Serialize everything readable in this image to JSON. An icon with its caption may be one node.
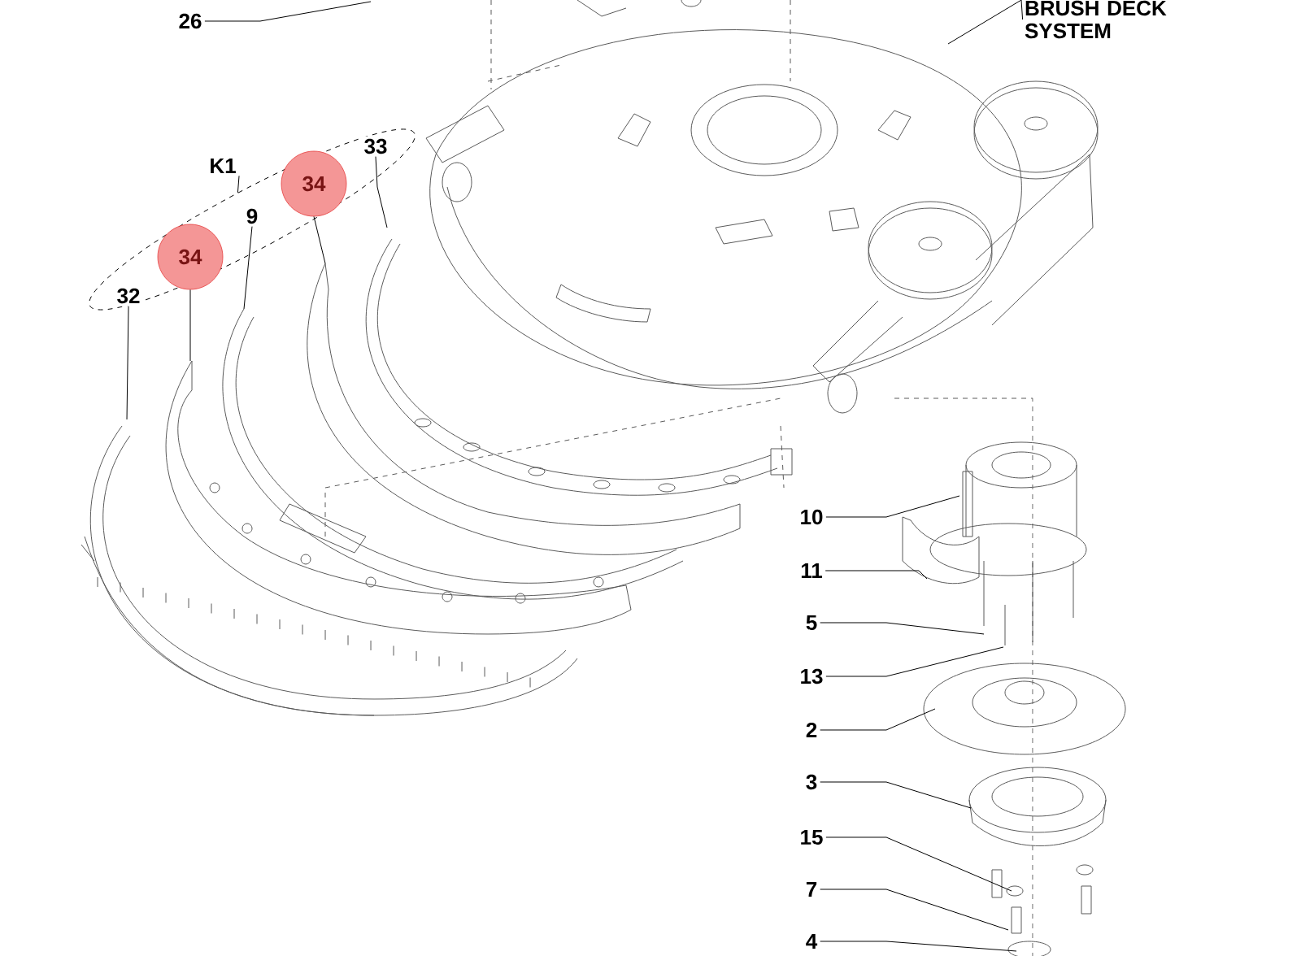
{
  "diagram": {
    "nodes": [
      {
        "text": [
          "26"
        ]
      },
      {
        "text": [
          "BRUSH DECK SYSTEM"
        ]
      },
      {
        "text": [],
        "shape": "ellipse"
      },
      {
        "text": [
          "K1"
        ]
      },
      {
        "text": [
          "34"
        ],
        "in": 2
      },
      {
        "text": [
          "34"
        ],
        "in": 2
      },
      {
        "text": [
          "33"
        ],
        "in": 2
      },
      {
        "text": [
          "9"
        ],
        "in": 2
      },
      {
        "text": [
          "32"
        ],
        "in": 2
      },
      {
        "text": [
          "10"
        ]
      },
      {
        "text": [
          "11"
        ]
      },
      {
        "text": [
          "5"
        ]
      },
      {
        "text": [
          "13"
        ]
      },
      {
        "text": [
          "2"
        ]
      },
      {
        "text": [
          "3"
        ]
      },
      {
        "text": [
          "15"
        ]
      },
      {
        "text": [
          "7"
        ]
      },
      {
        "text": [
          "4"
        ]
      }
    ],
    "edges": [
      {
        "from": 0,
        "to": null,
        "arrow": "none"
      },
      {
        "from": 1,
        "to": null,
        "arrow": "none"
      },
      {
        "from": 3,
        "to": 2,
        "arrow": "none"
      },
      {
        "from": 4,
        "to": null,
        "arrow": "none"
      },
      {
        "from": 5,
        "to": null,
        "arrow": "none"
      },
      {
        "from": 6,
        "to": null,
        "arrow": "none"
      },
      {
        "from": 7,
        "to": null,
        "arrow": "none"
      },
      {
        "from": 8,
        "to": null,
        "arrow": "none"
      },
      {
        "from": 9,
        "to": null,
        "arrow": "none"
      },
      {
        "from": 10,
        "to": null,
        "arrow": "none"
      },
      {
        "from": 11,
        "to": null,
        "arrow": "none"
      },
      {
        "from": 12,
        "to": null,
        "arrow": "none"
      },
      {
        "from": 13,
        "to": null,
        "arrow": "none"
      },
      {
        "from": 14,
        "to": null,
        "arrow": "none"
      },
      {
        "from": 15,
        "to": null,
        "arrow": "none"
      },
      {
        "from": 16,
        "to": null,
        "arrow": "none"
      },
      {
        "from": 17,
        "to": null,
        "arrow": "none"
      }
    ]
  }
}
